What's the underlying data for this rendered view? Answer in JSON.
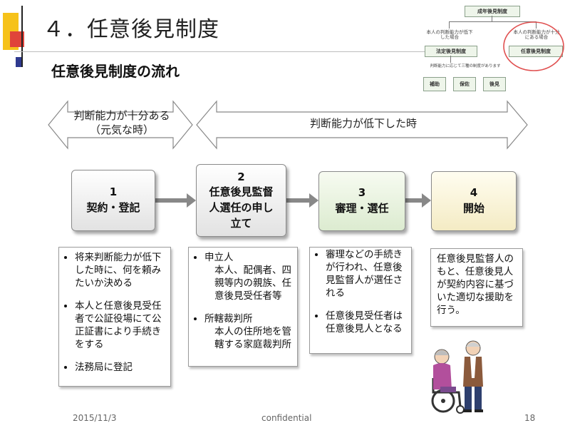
{
  "slide": {
    "title": "４．任意後見制度",
    "subtitle": "任意後見制度の流れ"
  },
  "org_chart": {
    "top": "成年後見制度",
    "left_condition": "本人の判断能力が低下した場合",
    "right_condition": "本人の判断能力が十分にある場合",
    "left_box": "法定後見制度",
    "right_box": "任意後見制度",
    "note": "判断能力に応じて三種の制度があります",
    "leaves": [
      "補助",
      "保佐",
      "後見"
    ]
  },
  "arrows": {
    "left_line1": "判断能力が十分ある",
    "left_line2": "（元気な時）",
    "right": "判断能力が低下した時"
  },
  "steps": [
    {
      "num": "1",
      "line1": "契約・登記",
      "line2": "",
      "line3": ""
    },
    {
      "num": "2",
      "line1": "任意後見監督",
      "line2": "人選任の申し",
      "line3": "立て"
    },
    {
      "num": "3",
      "line1": "審理・選任",
      "line2": "",
      "line3": ""
    },
    {
      "num": "4",
      "line1": "開始",
      "line2": "",
      "line3": ""
    }
  ],
  "details": {
    "d1": [
      "将来判断能力が低下した時に、何を頼みたいか決める",
      "本人と任意後見受任者で公証役場にて公正証書により手続きをする",
      "法務局に登記"
    ],
    "d2": [
      {
        "head": "申立人",
        "body": "本人、配偶者、四親等内の親族、任意後見受任者等"
      },
      {
        "head": "所轄裁判所",
        "body": "本人の住所地を管轄する家庭裁判所"
      }
    ],
    "d3": [
      "審理などの手続きが行われ、任意後見監督人が選任される",
      "任意後見受任者は任意後見人となる"
    ],
    "d4": "任意後見監督人のもと、任意後見人が契約内容に基づいた適切な援助を行う。"
  },
  "footer": {
    "date": "2015/11/3",
    "label": "confidential",
    "page": "18"
  },
  "colors": {
    "accent_circle": "#e05050",
    "step3_fill": "#e6f0dc",
    "step4_fill": "#f7f0cf",
    "arrow_fill": "#ffffff",
    "arrow_stroke": "#888888",
    "connector": "#888888"
  },
  "icons": {
    "illustration": "elderly-couple-wheelchair-icon"
  }
}
